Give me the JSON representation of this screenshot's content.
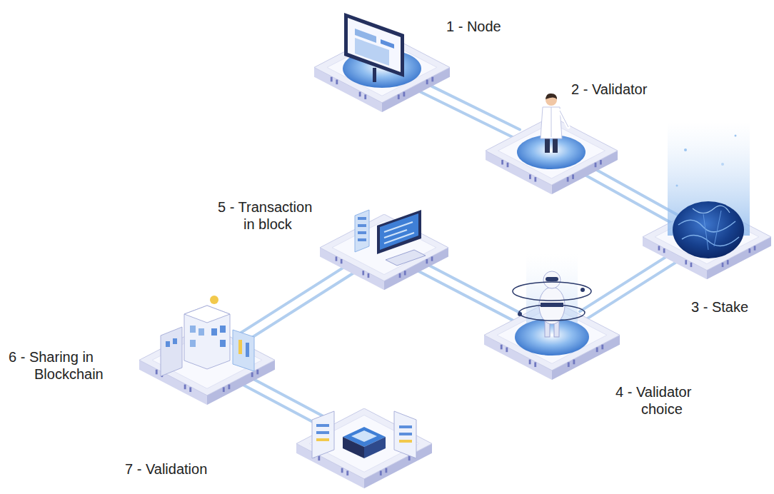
{
  "diagram": {
    "nodes": [
      {
        "text": [
          "1 - Node"
        ]
      },
      {
        "text": [
          "2 - Validator"
        ]
      },
      {
        "text": [
          "3 - Stake"
        ]
      },
      {
        "text": [
          "4 - Validator choice"
        ]
      },
      {
        "text": [
          "5 - Transaction in block"
        ]
      },
      {
        "text": [
          "6 - Sharing in Blockchain"
        ]
      },
      {
        "text": [
          "7 - Validation"
        ]
      }
    ],
    "edges": [
      {
        "from": 0,
        "to": 1,
        "arrow": "none"
      },
      {
        "from": 1,
        "to": 2,
        "arrow": "none"
      },
      {
        "from": 2,
        "to": 3,
        "arrow": "none"
      },
      {
        "from": 3,
        "to": 4,
        "arrow": "none"
      },
      {
        "from": 4,
        "to": 5,
        "arrow": "none"
      },
      {
        "from": 5,
        "to": 6,
        "arrow": "none"
      }
    ]
  }
}
